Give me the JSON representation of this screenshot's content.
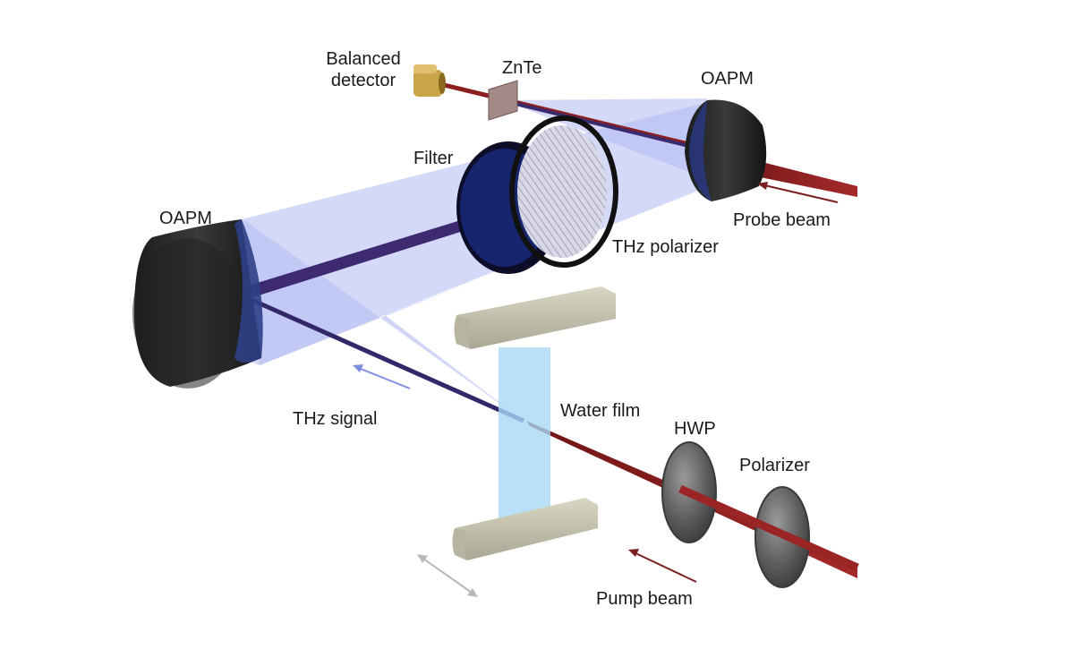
{
  "labels": {
    "balanced_detector": "Balanced\ndetector",
    "znte": "ZnTe",
    "oapm_top": "OAPM",
    "filter": "Filter",
    "oapm_left": "OAPM",
    "probe_beam": "Probe beam",
    "thz_polarizer": "THz polarizer",
    "thz_signal": "THz signal",
    "water_film": "Water film",
    "hwp": "HWP",
    "polarizer": "Polarizer",
    "pump_beam": "Pump beam"
  },
  "colors": {
    "thz_light": "#aab4f2",
    "laser": "#8b1f1f",
    "mirror": "#2a2a2a",
    "mirror_face": "#2b3a7a",
    "water": "#a8d8f5",
    "nozzle": "#c9c7b4",
    "detector": "#c9a449",
    "znte": "#a48a86",
    "optic_gray": "#707070"
  }
}
